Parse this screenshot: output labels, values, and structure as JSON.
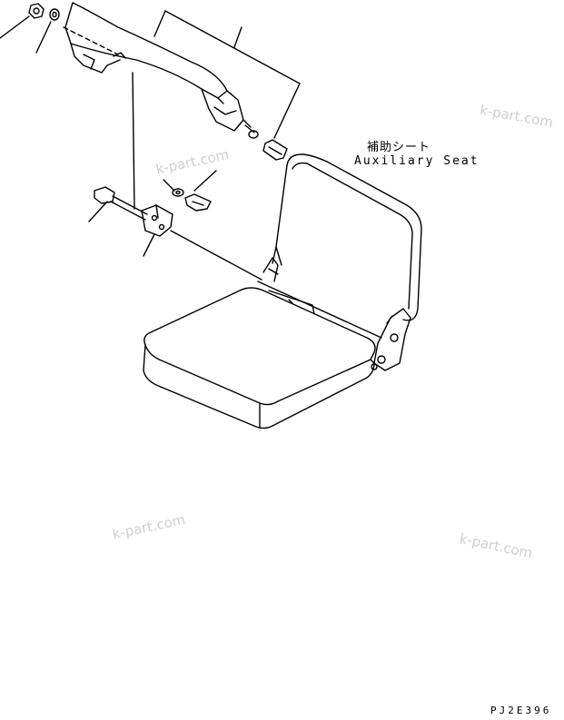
{
  "callout_jp": "補助シート",
  "callout_en": "Auxiliary Seat",
  "drawing_number": "PJ2E396",
  "watermark": "k-part.com",
  "colors": {
    "line": "#000000",
    "watermark": "#cfcfcf",
    "background": "#ffffff"
  }
}
